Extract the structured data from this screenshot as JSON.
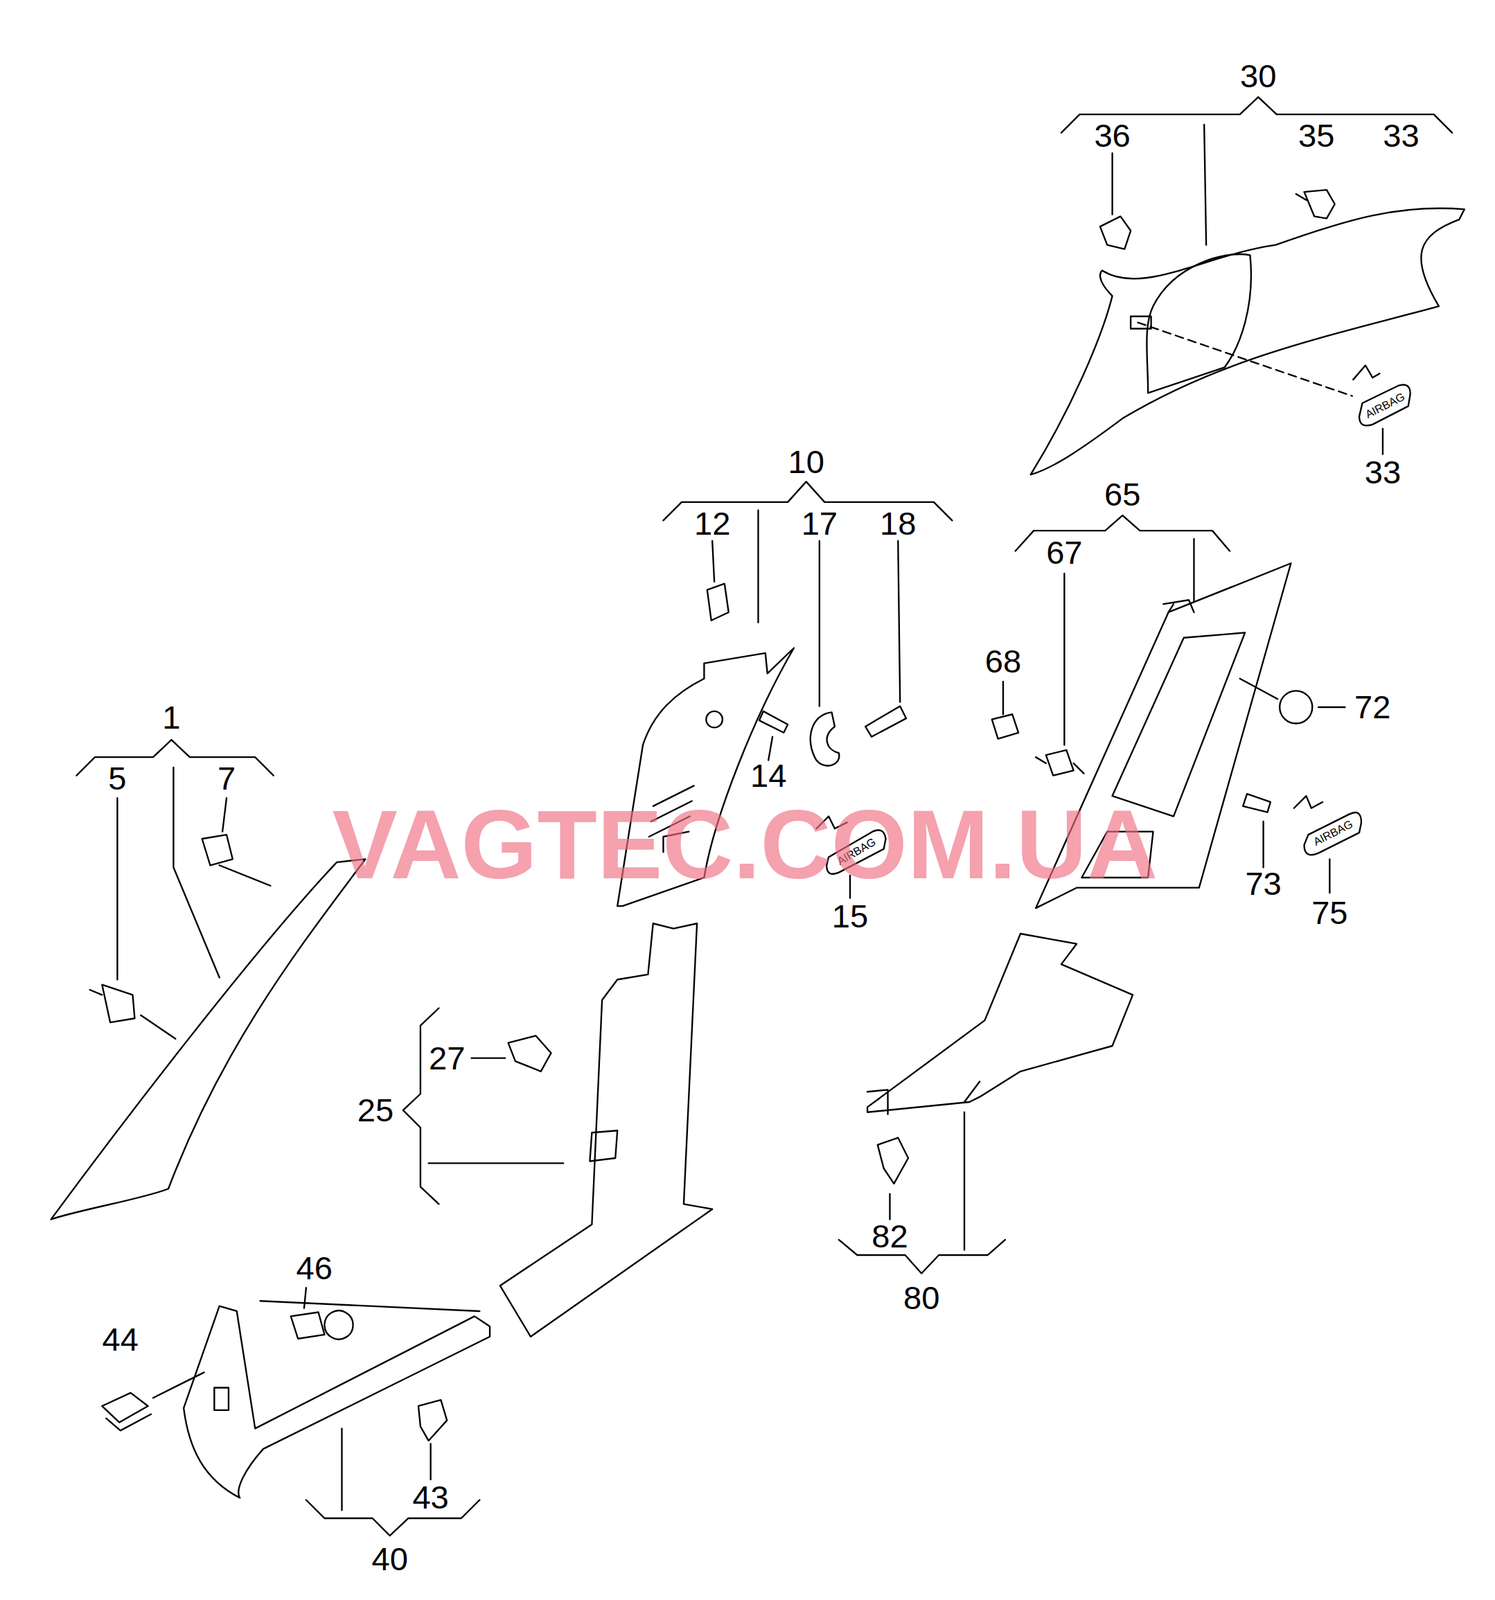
{
  "diagram": {
    "labels": [
      "30",
      "36",
      "35",
      "33",
      "AIRBAG",
      "33",
      "10",
      "12",
      "17",
      "18",
      "65",
      "67",
      "68",
      "72",
      "1",
      "5",
      "7",
      "14",
      "AIRBAG",
      "15",
      "73",
      "AIRBAG",
      "75",
      "VAGTEC.COM.UA",
      "27",
      "25",
      "46",
      "44",
      "82",
      "80",
      "43",
      "40"
    ]
  }
}
